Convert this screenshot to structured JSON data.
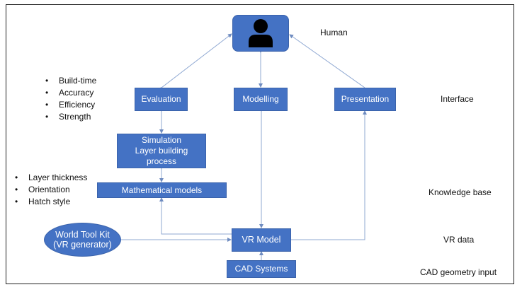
{
  "nodes": {
    "human": {
      "icon": "person-icon"
    },
    "evaluation": "Evaluation",
    "modelling": "Modelling",
    "presentation": "Presentation",
    "simulation": [
      "Simulation",
      "Layer building",
      "process"
    ],
    "math_models": "Mathematical models",
    "vr_model": "VR Model",
    "cad_systems": "CAD Systems",
    "world_tool_kit": [
      "World Tool Kit",
      "(VR generator)"
    ]
  },
  "layers": {
    "human": "Human",
    "interface": "Interface",
    "knowledge_base": "Knowledge base",
    "vr_data": "VR data",
    "cad_input": "CAD geometry input"
  },
  "evaluation_criteria": [
    "Build-time",
    "Accuracy",
    "Efficiency",
    "Strength"
  ],
  "model_parameters": [
    "Layer thickness",
    "Orientation",
    "Hatch style"
  ],
  "colors": {
    "node_fill": "#4472c4",
    "connector": "#8fa8d2"
  }
}
